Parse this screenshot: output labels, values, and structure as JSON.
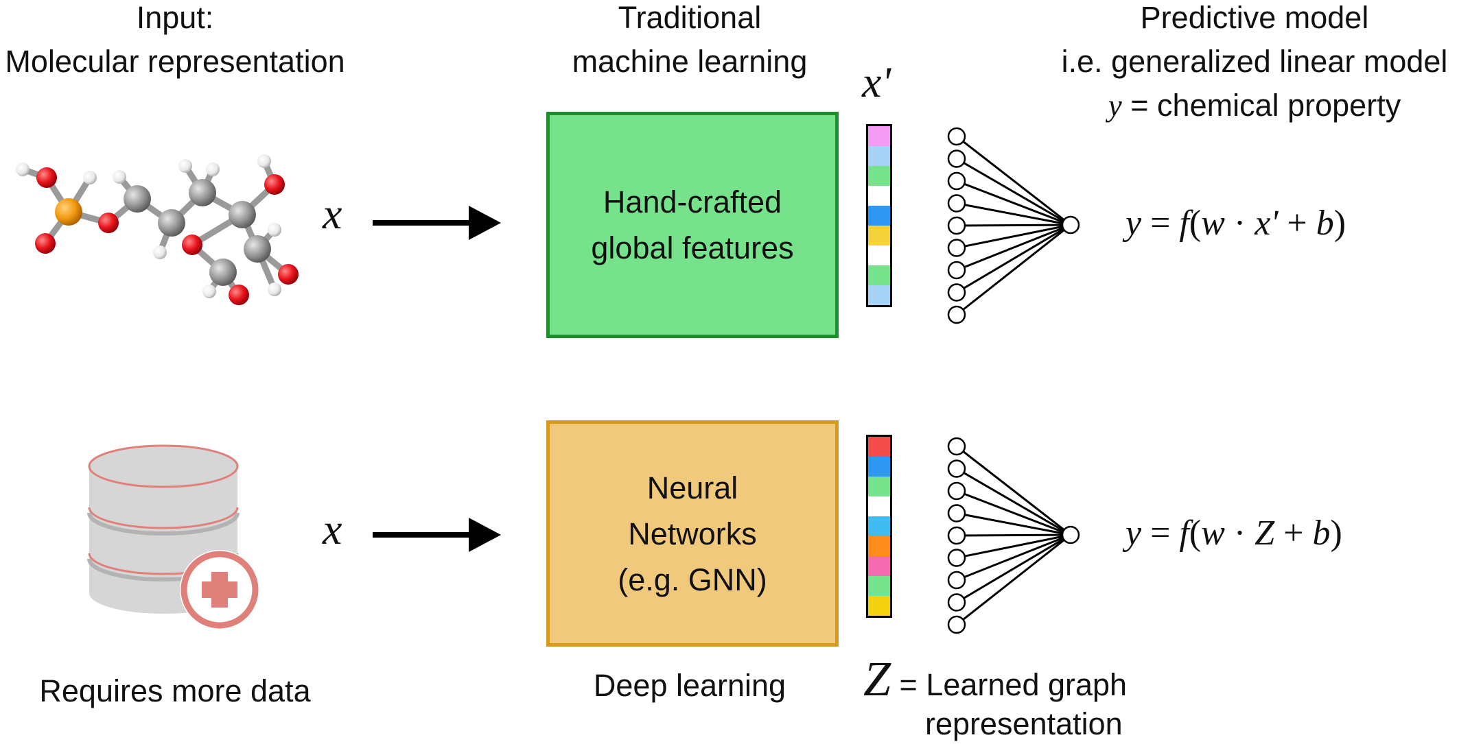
{
  "headers": {
    "input": [
      "Input:",
      "Molecular representation"
    ],
    "traditional": [
      "Traditional",
      "machine learning"
    ],
    "predictive": [
      "Predictive model",
      "i.e. generalized linear model"
    ],
    "predictive_y_var": "y",
    "predictive_y_text": " = chemical property"
  },
  "input_symbol": "x",
  "traditional_box": {
    "line1": "Hand-crafted",
    "line2": "global features"
  },
  "deep_box": {
    "line1": "Neural",
    "line2": "Networks",
    "line3": "(e.g. GNN)"
  },
  "feature_vector_label": "x'",
  "latent_symbol": "Z",
  "latent_label_line1": " = Learned graph",
  "latent_label_line2": "representation",
  "equations": {
    "top": {
      "y": "y",
      "eq": " = ",
      "f": "f",
      "open": "(",
      "w": "w",
      "dot": " · ",
      "x": "x'",
      "plus": " + ",
      "b": "b",
      "close": ")"
    },
    "bottom": {
      "y": "y",
      "eq": " = ",
      "f": "f",
      "open": "(",
      "w": "w",
      "dot": " · ",
      "x": "Z",
      "plus": " + ",
      "b": "b",
      "close": ")"
    }
  },
  "captions": {
    "data": "Requires more data",
    "deep": "Deep learning"
  },
  "colors": {
    "green_box": "#77e28c",
    "orange_box": "#f1c97c",
    "vector_top": [
      "#f49cf4",
      "#a7d3f7",
      "#77e28c",
      "#ffffff",
      "#2e97f2",
      "#f5d23c",
      "#ffffff",
      "#77e28c",
      "#a7d3f7"
    ],
    "vector_bottom": [
      "#f44b4b",
      "#2e97f2",
      "#77e28c",
      "#ffffff",
      "#3fbdf2",
      "#ff8c1a",
      "#f46bb0",
      "#77e28c",
      "#f5d20f"
    ]
  },
  "icons": [
    "molecule-icon",
    "database-add-icon",
    "arrow-icon",
    "neural-network-icon"
  ]
}
